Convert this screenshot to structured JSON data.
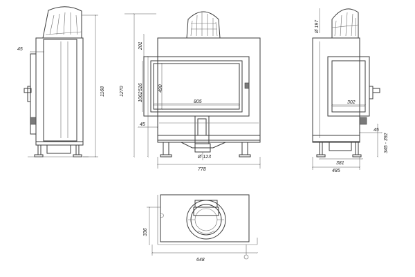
{
  "labels": {
    "side_left_45": "45",
    "side_left_1168": "1168",
    "front_201": "201",
    "front_1270": "1270",
    "front_1062": "1062",
    "front_516": "516",
    "front_490": "490",
    "front_805": "805",
    "front_45": "45",
    "front_d123": "Ø 123",
    "front_778": "778",
    "right_d197": "Ø 197",
    "right_302": "302",
    "right_45": "45",
    "right_345_392": "345 - 392",
    "right_381": "381",
    "right_485": "485",
    "top_336": "336",
    "top_648": "648"
  }
}
